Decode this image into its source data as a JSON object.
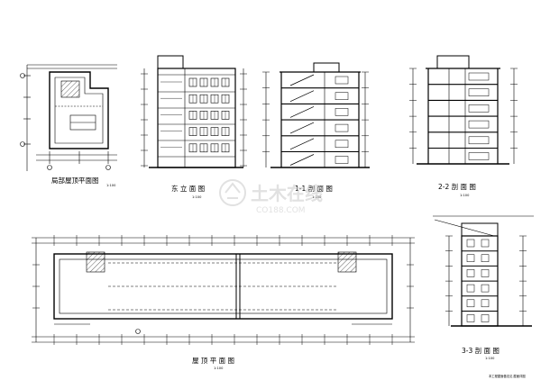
{
  "drawings": [
    {
      "id": "roof-stair-plan",
      "caption": "局部屋顶平面图",
      "scale": "1:100"
    },
    {
      "id": "east-elevation",
      "caption": "东 立 面 图",
      "scale": "1:100"
    },
    {
      "id": "section-1-1",
      "caption": "1-1 剖 面 图",
      "scale": "1:100"
    },
    {
      "id": "section-2-2",
      "caption": "2-2 剖 面 图",
      "scale": "1:100"
    },
    {
      "id": "roof-plan",
      "caption": "屋 顶 平 面 图",
      "scale": "1:100"
    },
    {
      "id": "section-3-3",
      "caption": "3-3 剖 面 图",
      "scale": "1:100"
    }
  ],
  "watermark": {
    "brand": "土木在线",
    "site": "CO188.COM"
  },
  "corner_note": "本工程屋面做法见 屋面详图",
  "colors": {
    "line": "#000000",
    "paper": "#ffffff",
    "watermark": "#c9c9c9"
  }
}
